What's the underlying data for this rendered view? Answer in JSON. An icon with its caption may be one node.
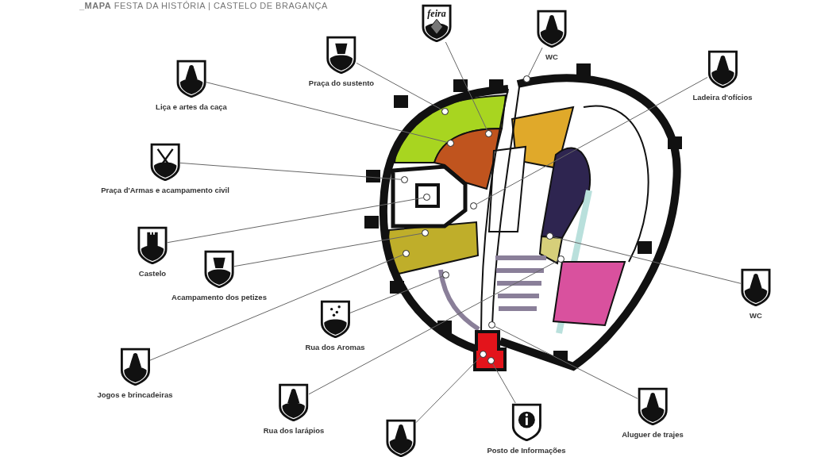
{
  "diagram": {
    "title": "**_MAPA** FESTA DA HISTÓRIA | CASTELO DE BRAGANÇA",
    "nodes": [
      {
        "text": [
          "feira"
        ]
      },
      {
        "text": [
          "WC"
        ]
      },
      {
        "text": [
          "Praça do sustento"
        ]
      },
      {
        "text": [
          "Ladeira d'ofícios"
        ]
      },
      {
        "text": [
          "Liça e artes da caça"
        ]
      },
      {
        "text": [
          "Praça d'Armas e acampamento civil"
        ]
      },
      {
        "text": [
          "Castelo"
        ]
      },
      {
        "text": [
          "Acampamento dos petizes"
        ]
      },
      {
        "text": [
          "WC"
        ]
      },
      {
        "text": [
          "Rua dos Aromas"
        ]
      },
      {
        "text": [
          "Jogos e brincadeiras"
        ]
      },
      {
        "text": [
          "Rua dos larápios"
        ]
      },
      {
        "text": [
          "Aluguer de trajes"
        ]
      },
      {
        "text": [
          "Posto de Informações"
        ]
      },
      {
        "text": [],
        "shape": "picture"
      },
      {
        "text": [],
        "shape": "circle"
      },
      {
        "text": [],
        "shape": "circle"
      },
      {
        "text": [],
        "shape": "circle"
      },
      {
        "text": [],
        "shape": "circle"
      },
      {
        "text": [],
        "shape": "circle"
      },
      {
        "text": [],
        "shape": "circle"
      },
      {
        "text": [],
        "shape": "circle"
      },
      {
        "text": [],
        "shape": "circle"
      },
      {
        "text": [],
        "shape": "circle"
      },
      {
        "text": [],
        "shape": "circle"
      },
      {
        "text": [],
        "shape": "circle"
      },
      {
        "text": [],
        "shape": "circle"
      },
      {
        "text": [],
        "shape": "circle"
      },
      {
        "text": [],
        "shape": "circle"
      },
      {
        "text": [],
        "shape": "circle"
      }
    ],
    "edges": [
      {
        "from": 0,
        "to": 17,
        "arrow": "none"
      },
      {
        "from": 1,
        "to": 15,
        "arrow": "none"
      },
      {
        "from": 2,
        "to": 16,
        "arrow": "none"
      },
      {
        "from": 3,
        "to": 21,
        "arrow": "none"
      },
      {
        "from": 4,
        "to": 18,
        "arrow": "none"
      },
      {
        "from": 5,
        "to": 19,
        "arrow": "none"
      },
      {
        "from": 6,
        "to": 20,
        "arrow": "none"
      },
      {
        "from": 7,
        "to": 22,
        "arrow": "none"
      },
      {
        "from": 8,
        "to": 23,
        "arrow": "none"
      },
      {
        "from": 9,
        "to": 26,
        "arrow": "none"
      },
      {
        "from": 10,
        "to": 24,
        "arrow": "none"
      },
      {
        "from": 11,
        "to": 25,
        "arrow": "none"
      },
      {
        "from": 12,
        "to": 27,
        "arrow": "none"
      },
      {
        "from": 13,
        "to": 29,
        "arrow": "none"
      },
      {
        "from": 14,
        "to": 28,
        "arrow": "none"
      }
    ]
  }
}
